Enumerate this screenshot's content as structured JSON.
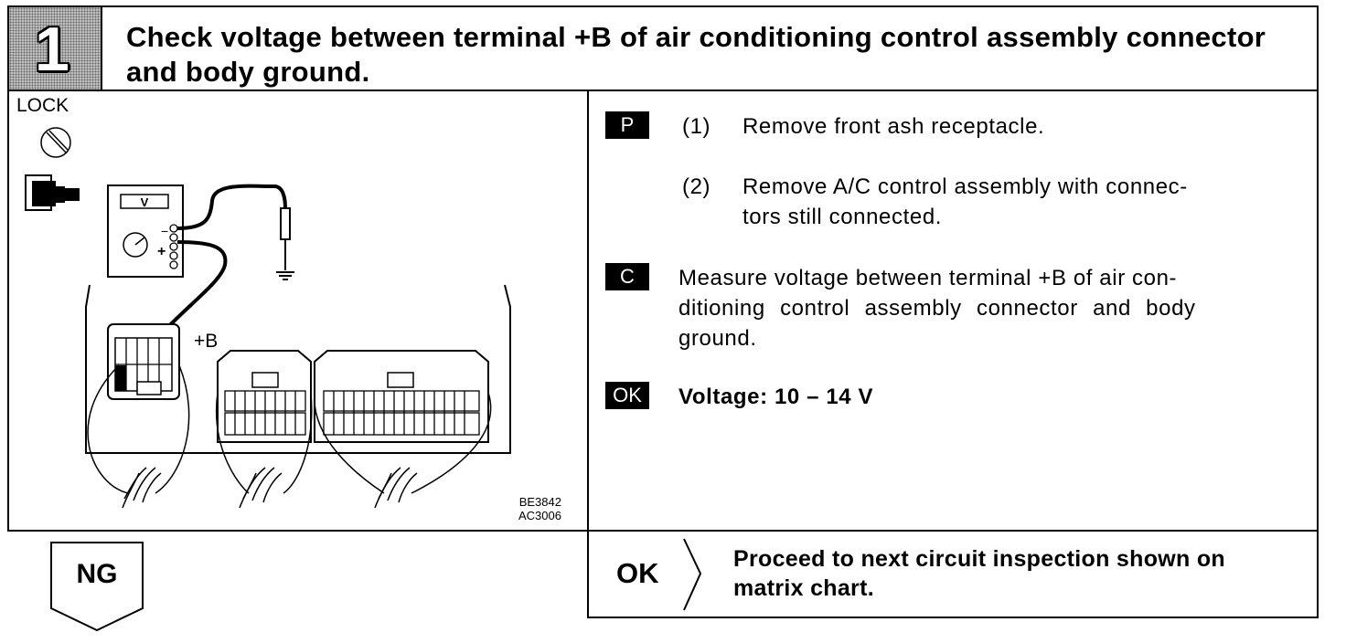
{
  "step": {
    "number": "1"
  },
  "header": {
    "title": "Check voltage between terminal +B of air conditioning control assembly connector and body ground."
  },
  "illustration": {
    "lock_label": "LOCK",
    "meter_label": "V",
    "terminal_label": "+B",
    "minus_sign": "−",
    "plus_sign": "+",
    "figure_code_1": "BE3842",
    "figure_code_2": "AC3006"
  },
  "instructions": {
    "p_tag": "P",
    "step1_num": "(1)",
    "step1_text": "Remove front ash receptacle.",
    "step2_num": "(2)",
    "step2_text_line1": "Remove A/C control assembly with connec-",
    "step2_text_line2": "tors still connected.",
    "c_tag": "C",
    "measure_line1": "Measure voltage between terminal +B of air con-",
    "measure_line2": "ditioning control assembly connector and body",
    "measure_line3": "ground.",
    "ok_tag": "OK",
    "ok_spec": "Voltage: 10 – 14 V"
  },
  "result": {
    "ng_label": "NG",
    "ok_label": "OK",
    "ok_text_line1": "Proceed to next circuit inspection shown on",
    "ok_text_line2": "matrix chart."
  }
}
